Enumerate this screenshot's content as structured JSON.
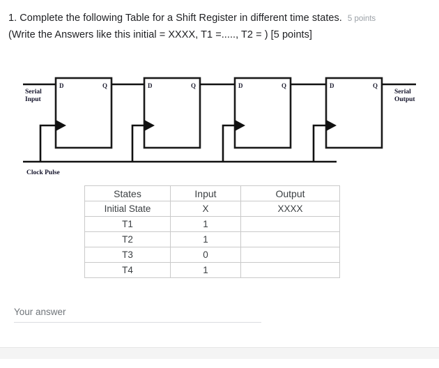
{
  "question": {
    "number_and_text": "1. Complete the following Table for a Shift Register in different time states.",
    "points_badge": "5 points",
    "second_line": "(Write the Answers like this initial = XXXX, T1 =....., T2 = ) [5 points]"
  },
  "diagram": {
    "title": "shift-register-circuit",
    "serial_input_label": "Serial\nInput",
    "serial_input_label_line1": "Serial",
    "serial_input_label_line2": "Input",
    "serial_output_label_line1": "Serial",
    "serial_output_label_line2": "Output",
    "clock_label": "Clock Pulse",
    "flipflops": [
      {
        "name": "ff1",
        "d_pin": "D",
        "q_pin": "Q"
      },
      {
        "name": "ff2",
        "d_pin": "D",
        "q_pin": "Q"
      },
      {
        "name": "ff3",
        "d_pin": "D",
        "q_pin": "Q"
      },
      {
        "name": "ff4",
        "d_pin": "D",
        "q_pin": "Q"
      }
    ],
    "colors": {
      "wire": "#111111",
      "box_border": "#1a1a1a",
      "pin_text": "#1a1a2e"
    }
  },
  "table": {
    "headers": [
      "States",
      "Input",
      "Output"
    ],
    "rows": [
      {
        "states": "Initial State",
        "input": "X",
        "output": "XXXX"
      },
      {
        "states": "T1",
        "input": "1",
        "output": ""
      },
      {
        "states": "T2",
        "input": "1",
        "output": ""
      },
      {
        "states": "T3",
        "input": "0",
        "output": ""
      },
      {
        "states": "T4",
        "input": "1",
        "output": ""
      }
    ]
  },
  "answer": {
    "placeholder": "Your answer"
  }
}
